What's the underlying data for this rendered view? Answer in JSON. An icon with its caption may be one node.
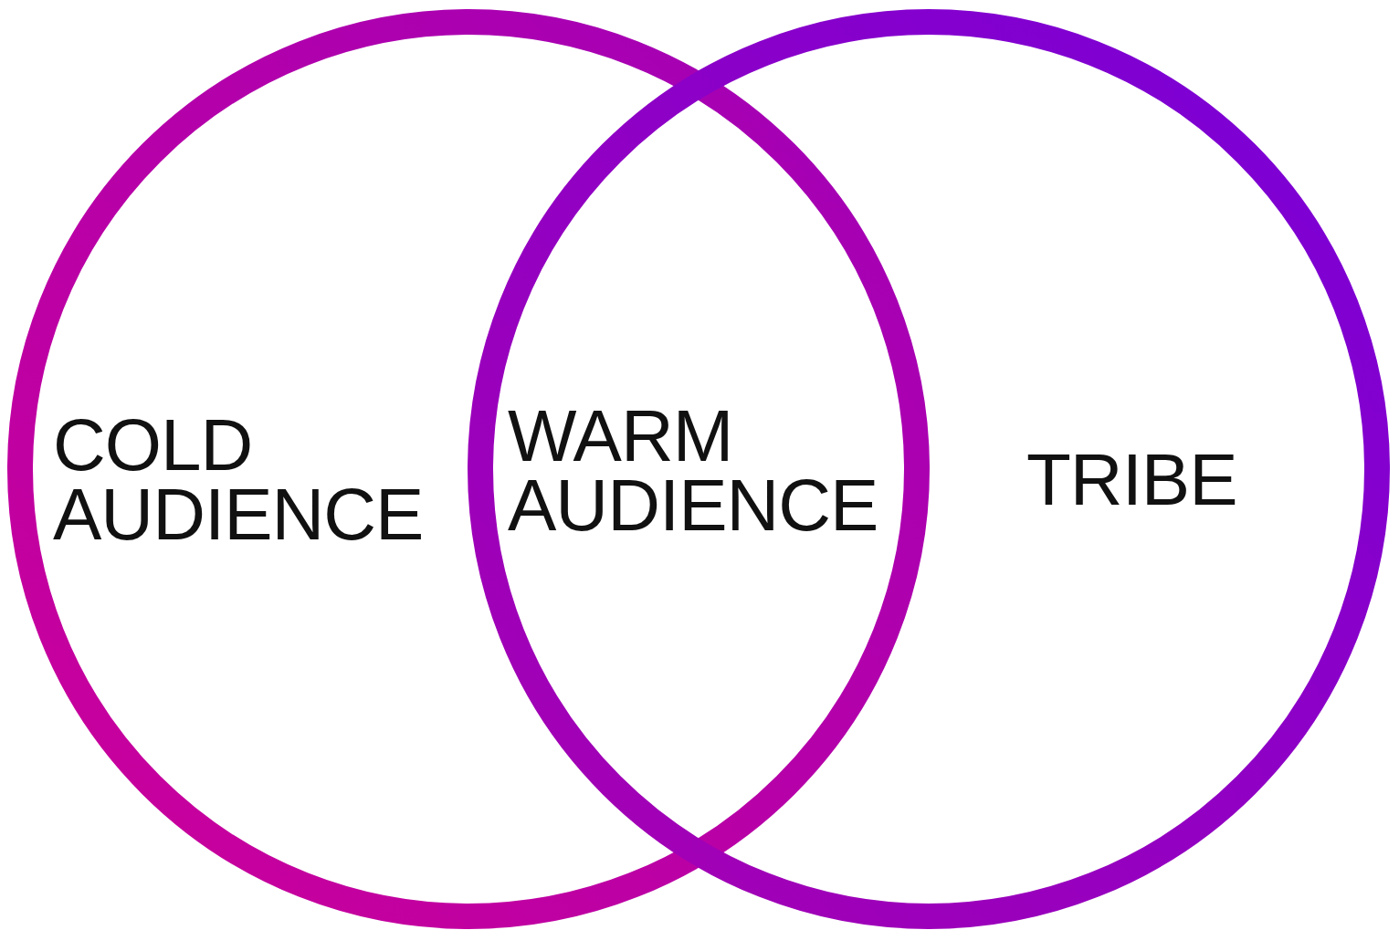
{
  "diagram": {
    "nodes": [
      {
        "text": [
          "COLD AUDIENCE"
        ]
      },
      {
        "text": [
          "TRIBE"
        ]
      }
    ],
    "labels": [
      "WARM AUDIENCE"
    ]
  }
}
